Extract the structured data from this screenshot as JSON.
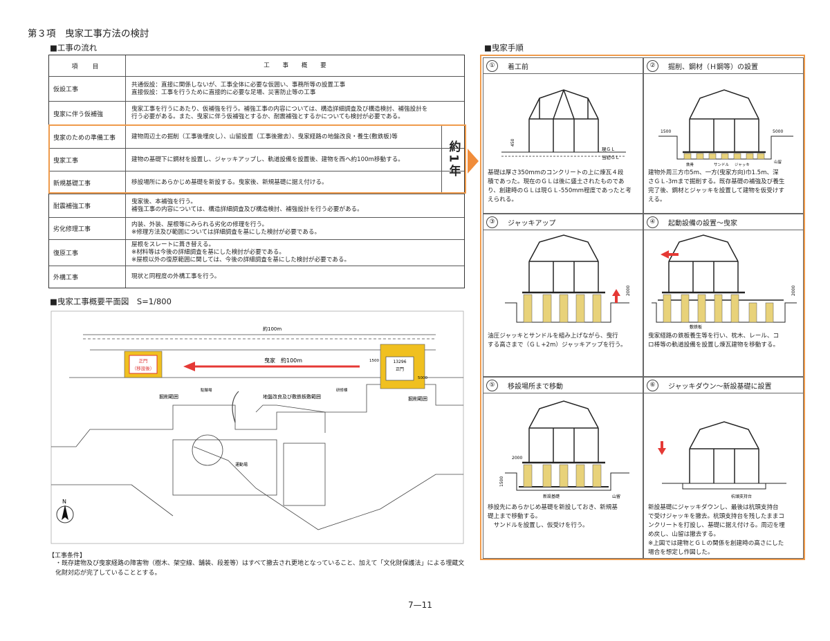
{
  "page_title": "第３項　曳家工事方法の検討",
  "flow_section": "■工事の流れ",
  "flow_table": {
    "header": {
      "item": "項　目",
      "summary": "工 事 概 要"
    },
    "rows": [
      {
        "item": "仮設工事",
        "summary": [
          "共通仮設：直接に関係しないが、工事全体に必要な仮囲い、事務所等の設置工事",
          "直接仮設：工事を行うために直接的に必要な足場、災害防止等の工事"
        ]
      },
      {
        "item": "曳家に伴う仮補強",
        "summary": [
          "曳家工事を行うにあたり、仮補強を行う。補強工事の内容については、構造詳細調査及び構造検討、補強設計を",
          "行う必要がある。また、曳家に伴う仮補強とするか、耐震補強とするかについても検討が必要である。"
        ]
      },
      {
        "item": "曳家のための準備工事",
        "summary": [
          "建物周辺土の掘削（工事後埋戻し）、山留設置（工事後撤去）、曳家経路の地盤改良・養生(敷鉄板)等"
        ]
      },
      {
        "item": "曳家工事",
        "summary": [
          "建物の基礎下に鋼材を設置し、ジャッキアップし、軌道設備を設置後、建物を西へ約100m移動する。"
        ]
      },
      {
        "item": "新規基礎工事",
        "summary": [
          "移設場所にあらかじめ基礎を新設する。曳家後、新規基礎に据え付ける。"
        ]
      },
      {
        "item": "耐震補強工事",
        "summary": [
          "曳家後、本補強を行う。",
          "補強工事の内容については、構造詳細調査及び構造検討、補強設計を行う必要がある。"
        ]
      },
      {
        "item": "劣化修理工事",
        "summary": [
          "内装、外装、屋根等にみられる劣化の修理を行う。",
          "※修理方法及び範囲については詳細調査を基にした検討が必要である。"
        ]
      },
      {
        "item": "復原工事",
        "summary": [
          "屋根をスレートに葺き替える。",
          "※材料等は今後の詳細調査を基にした検討が必要である。",
          "※屋根以外の復原範囲に関しては、今後の詳細調査を基にした検討が必要である。"
        ]
      },
      {
        "item": "外構工事",
        "summary": [
          "現状と同程度の外構工事を行う。"
        ]
      }
    ],
    "duration_label": "約1年"
  },
  "steps_section": "■曳家手順",
  "steps": [
    {
      "num": "①",
      "title": "着工前",
      "desc": "基礎は厚さ350mmのコンクリートの上に煉瓦４段\n積であった。現在のＧＬは後に盛土されたものであ\nり、創建時のＧＬは現ＧＬ-550mm程度であったと考\nえられる。",
      "labels": [
        "現ＧＬ",
        "当初ＧＬ",
        "450"
      ]
    },
    {
      "num": "②",
      "title": "掘削、鋼材（Ｈ鋼等）の設置",
      "desc": "建物外周三方巾5m、一方(曳家方向)巾1.5m、深\nさＧＬ-3mまで掘削する。既存基礎の補強及び養生\n完了後、鋼材とジャッキを設置して建物を仮受けす\nえる。",
      "labels": [
        "1500",
        "5000",
        "鉄骨",
        "サンドル",
        "ジャッキ",
        "山留"
      ]
    },
    {
      "num": "③",
      "title": "ジャッキアップ",
      "desc": "油圧ジャッキとサンドルを組み上げながら、曳行\nする高さまで（ＧＬ+2m）ジャッキアップを行う。",
      "labels": [
        "2000"
      ]
    },
    {
      "num": "④",
      "title": "起動設備の設置～曳家",
      "desc": "曳家経路の鉄板養生等を行い、枕木、レール、コ\nロ棒等の軌道設備を設置し煉瓦建物を移動する。",
      "labels": [
        "2000",
        "敷鉄板"
      ]
    },
    {
      "num": "⑤",
      "title": "移設場所まで移動",
      "desc": "移設先にあらかじめ基礎を新設しておき、新規基\n礎上まで移動する。\n　サンドルを設置し、仮受けを行う。",
      "labels": [
        "2000",
        "1500",
        "新設基礎",
        "山留"
      ]
    },
    {
      "num": "⑥",
      "title": "ジャッキダウン～新設基礎に設置",
      "desc": "新設基礎にジャッキダウンし、最後は杭頭支持台\nで受けジャッキを撤去。杭頭支持台を残したままコ\nンクリートを打設し、基礎に据え付ける。周辺を埋\nめ戻し、山留は撤去する。\n※上図では建物とＧＬの関係を創建時の高さにした\n場合を想定し作図した。",
      "labels": [
        "杭頭支持台"
      ]
    }
  ],
  "plan_section": "■曳家工事概要平面図　S=1/800",
  "plan": {
    "dist_top": "約100m",
    "move_label": "曳家　約100m",
    "new_site": [
      "正門",
      "（移設後）"
    ],
    "old_site": [
      "13296",
      "正門"
    ],
    "dim_1500": "1500",
    "dim_5000": "5000",
    "excav_left": "掘削範囲",
    "excav_right": "掘削範囲",
    "ground_imp": "地盤改良及び敷鉄板敷範囲",
    "area_labels": [
      "運動場",
      "駐輪場",
      "研修棟"
    ],
    "north": "N"
  },
  "conditions": {
    "heading": "【工事条件】",
    "text": "・既存建物及び曳家経路の障害物（樹木、架空線、舗装、段差等）はすべて撤去され更地となっていること、加えて「文化財保護法」による埋蔵文化財対応が完了していることとする。"
  },
  "page_number": "7—11",
  "colors": {
    "accent": "#ef9a4a",
    "arrow": "#e53935",
    "jack": "#e8d27a",
    "site": "#f0c020"
  }
}
